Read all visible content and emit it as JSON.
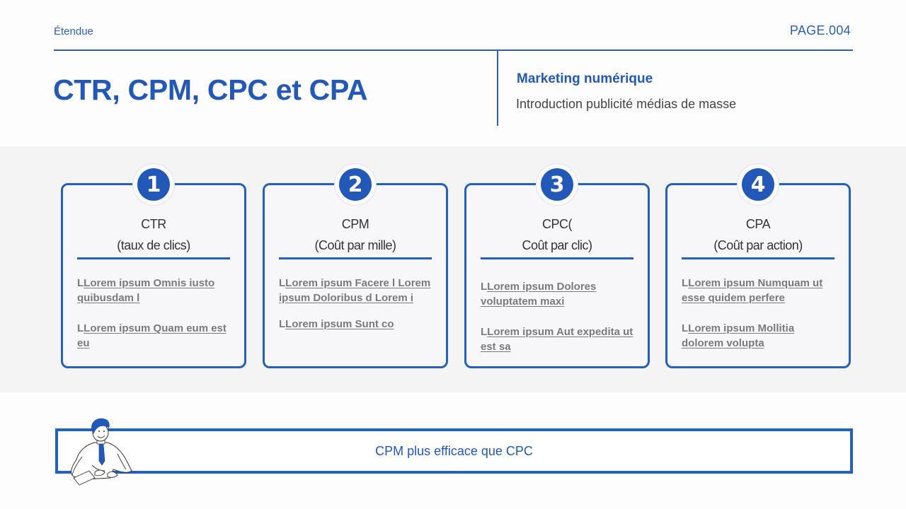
{
  "header": {
    "kicker": "Étendue",
    "page_number": "PAGE.004",
    "title": "CTR, CPM, CPC et CPA",
    "subtitle_strong": "Marketing numérique",
    "subtitle": "Introduction publicité médias de masse"
  },
  "colors": {
    "primary": "#2259b8",
    "border": "#2660be",
    "band": "#f4f4f5",
    "item_text": "#7a7a7e"
  },
  "cards": [
    {
      "number": "1",
      "line1": "CTR",
      "line2": "(taux de clics)",
      "items": [
        {
          "lead": "L",
          "link": "Lorem ipsum Omnis iusto quibusdam l"
        },
        {
          "lead": "L",
          "link": "Lorem ipsum Quam eum est eu"
        }
      ]
    },
    {
      "number": "2",
      "line1": "CPM",
      "line2": "(Coût par mille)",
      "items": [
        {
          "lead": "L",
          "link": "Lorem ipsum Facere l Lorem ipsum Doloribus d Lorem i"
        },
        {
          "lead": "L",
          "link": "Lorem ipsum Sunt co"
        }
      ]
    },
    {
      "number": "3",
      "line1": "CPC(",
      "line2": "Coût par clic)",
      "items": [
        {
          "lead": "L",
          "link": "Lorem ipsum Dolores voluptatem maxi"
        },
        {
          "lead": "L",
          "link": "Lorem ipsum Aut expedita ut est sa"
        }
      ]
    },
    {
      "number": "4",
      "line1": "CPA",
      "line2": "(Coût par action)",
      "items": [
        {
          "lead": "L",
          "link": "Lorem ipsum Numquam ut esse quidem perfere"
        },
        {
          "lead": "L",
          "link": "Lorem ipsum Mollitia dolorem volupta"
        }
      ]
    }
  ],
  "banner": {
    "text": "CPM plus efficace que CPC",
    "illustration": "businessman-at-desk-illustration"
  }
}
